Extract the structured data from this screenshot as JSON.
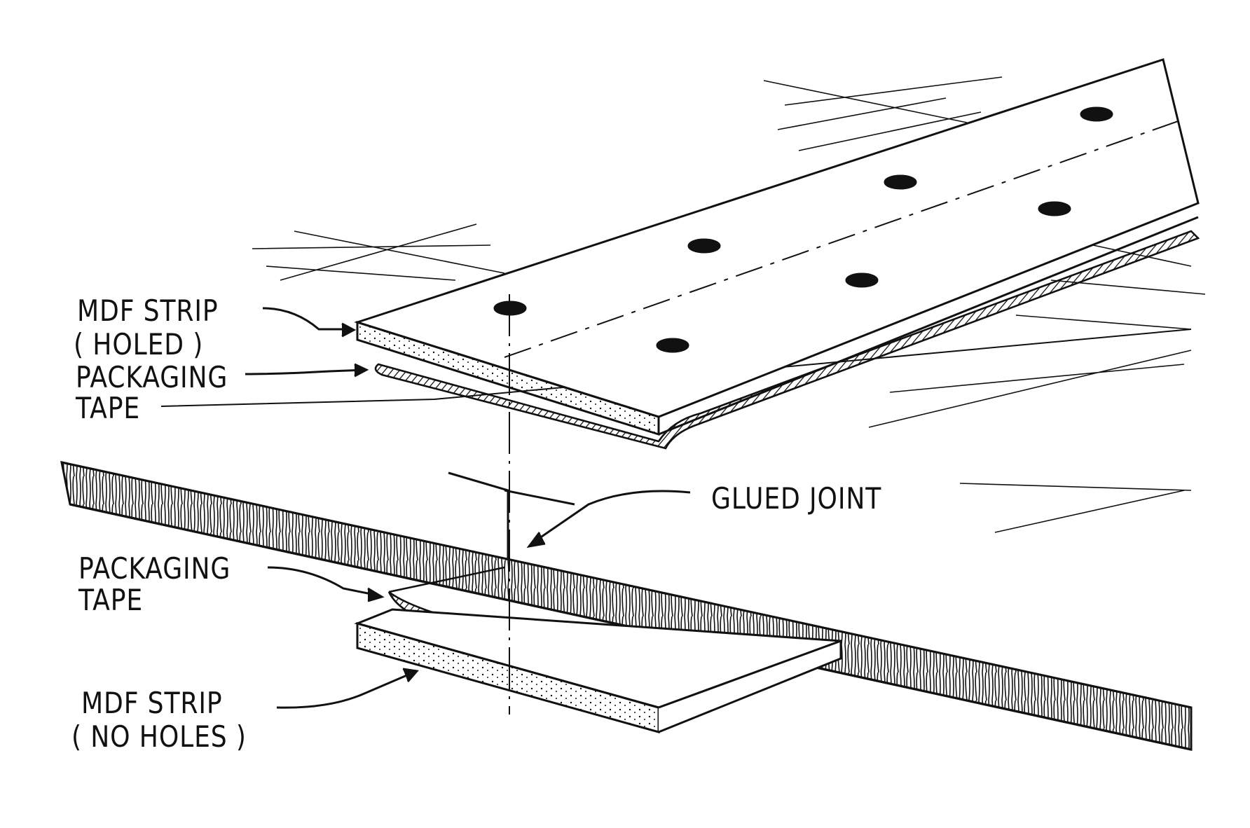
{
  "diagram": {
    "labels": {
      "mdf_strip_top": "MDF STRIP",
      "mdf_strip_top_note": "( HOLED )",
      "packaging_tape_top_1": "PACKAGING",
      "packaging_tape_top_2": "TAPE",
      "glued_joint": "GLUED JOINT",
      "packaging_tape_bottom_1": "PACKAGING",
      "packaging_tape_bottom_2": "TAPE",
      "mdf_strip_bottom": "MDF STRIP",
      "mdf_strip_bottom_note": "( NO HOLES )"
    },
    "colors": {
      "ink": "#111111",
      "paper": "#ffffff"
    }
  }
}
